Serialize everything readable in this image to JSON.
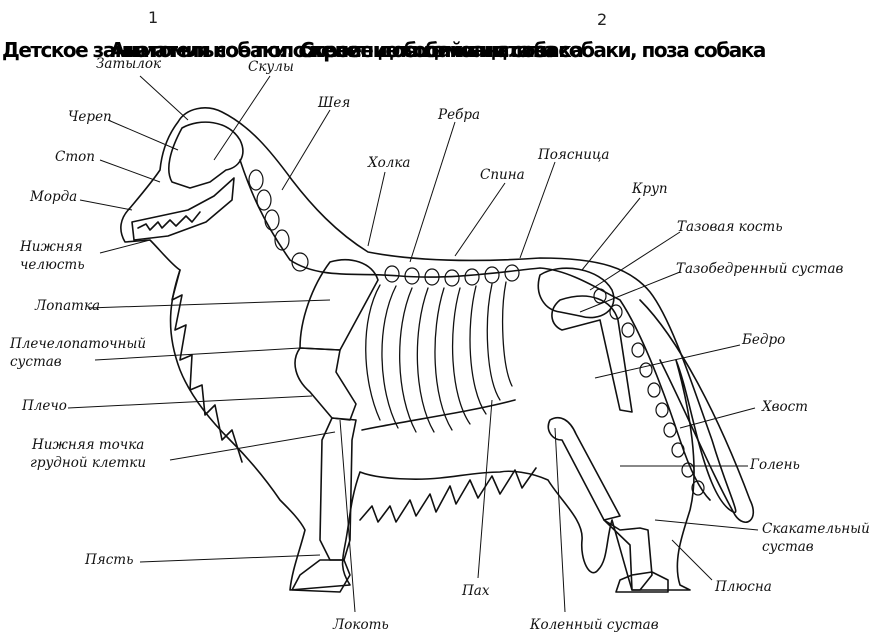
{
  "marks": [
    "1",
    "2"
  ],
  "banner": {
    "line1": "Детское занимательное положение для самоанализа",
    "line2": "Анатомия собаки: скелет и общий вид собака",
    "line3": "Строение собаки и стати собаки, поза собака"
  },
  "labels": {
    "zatylok": "Затылок",
    "skuly": "Скулы",
    "cherep": "Череп",
    "sheya": "Шея",
    "rebra": "Ребра",
    "stop": "Стоп",
    "holka": "Холка",
    "poyasnitsa": "Поясница",
    "morda": "Морда",
    "spina": "Спина",
    "krup": "Круп",
    "nizhnyaya": "Нижняя",
    "chelyust": "челюсть",
    "tazovaya_kost": "Тазовая кость",
    "tazobedrenny": "Тазобедренный сустав",
    "lopatka": "Лопатка",
    "plechelopatochny": "Плечелопаточный",
    "sustav": "сустав",
    "bedro": "Бедро",
    "plecho": "Плечо",
    "hvost": "Хвост",
    "nizhnyaya_tochka": "Нижняя точка",
    "grudnoy_kletki": "грудной клетки",
    "golen": "Голень",
    "skakatelny": "Скакательный",
    "skakatelny_sustav": "сустав",
    "past": "Пясть",
    "plyusna": "Плюсна",
    "pah": "Пах",
    "lokot": "Локоть",
    "kolenny": "Коленный сустав"
  }
}
